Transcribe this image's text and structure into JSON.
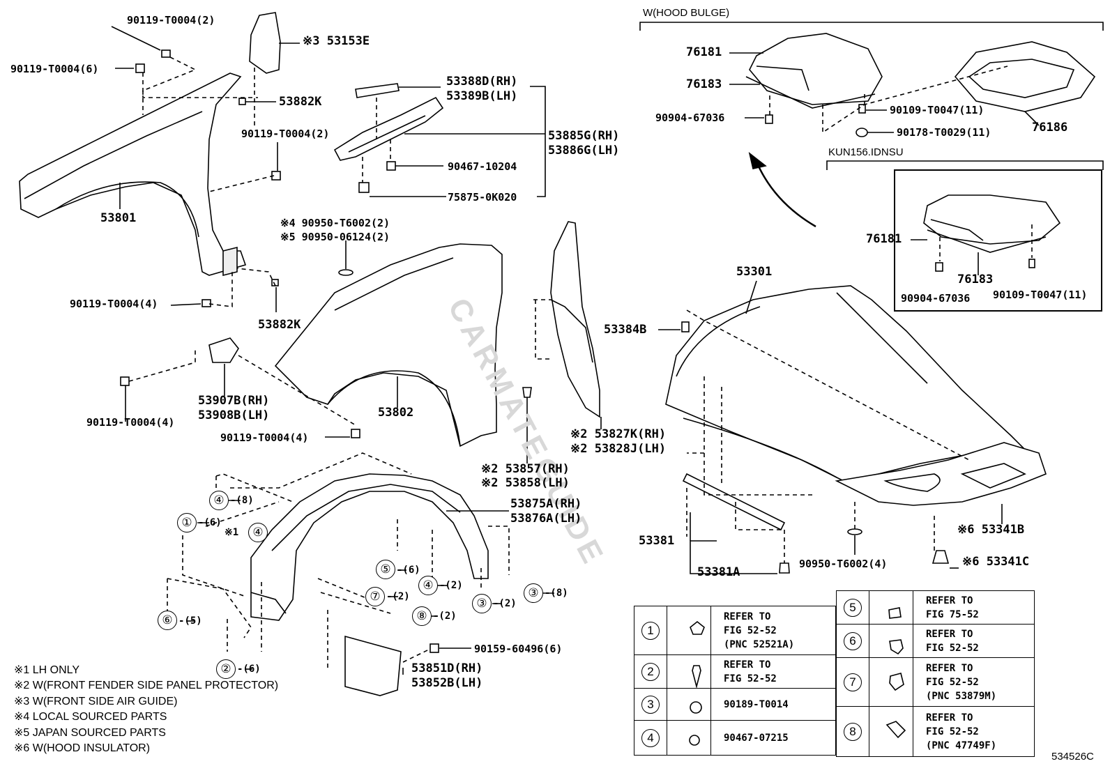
{
  "headers": {
    "hood_bulge": "W(HOOD BULGE)",
    "variant": "KUN156.IDNSU"
  },
  "watermark": "CARMATEGUIDE",
  "labels": {
    "p90119_top_a": "90119-T0004(2)",
    "p90119_top_b": "90119-T0004(6)",
    "p53153e": "※3 53153E",
    "p53882k_a": "53882K",
    "p90119_mid": "90119-T0004(2)",
    "p53801": "53801",
    "p90119_left": "90119-T0004(4)",
    "p53882k_b": "53882K",
    "p53388d": "53388D(RH)",
    "p53389b": "53389B(LH)",
    "p53885g": "53885G(RH)",
    "p53886g": "53886G(LH)",
    "p90467": "90467-10204",
    "p75875": "75875-0K020",
    "p90950_a": "※4 90950-T6002(2)",
    "p90950_b": "※5 90950-06124(2)",
    "p53907b": "53907B(RH)",
    "p53908b": "53908B(LH)",
    "p90119_bl": "90119-T0004(4)",
    "p90119_bc": "90119-T0004(4)",
    "p53802": "53802",
    "p53827k": "※2 53827K(RH)",
    "p53828j": "※2 53828J(LH)",
    "p53857": "※2 53857(RH)",
    "p53858": "※2 53858(LH)",
    "p53875a": "53875A(RH)",
    "p53876a": "53876A(LH)",
    "p90159": "90159-60496(6)",
    "p53851d": "53851D(RH)",
    "p53852b": "53852B(LH)",
    "p76181_a": "76181",
    "p76183_a": "76183",
    "p90904_a": "90904-67036",
    "p90109_a": "90109-T0047(11)",
    "p90178": "90178-T0029(11)",
    "p76186": "76186",
    "p76181_b": "76181",
    "p76183_b": "76183",
    "p90904_b": "90904-67036",
    "p90109_b": "90109-T0047(11)",
    "p53301": "53301",
    "p53384b": "53384B",
    "p53381": "53381",
    "p53381a": "53381A",
    "p90950_c": "90950-T6002(4)",
    "p53341b": "※6 53341B",
    "p53341c": "※6 53341C"
  },
  "callouts": [
    {
      "num": "④",
      "qty": "-(8)"
    },
    {
      "num": "①",
      "qty": "-(6)"
    },
    {
      "num": "④",
      "qty": "※1"
    },
    {
      "num": "⑥",
      "qty": "-(5)"
    },
    {
      "num": "②",
      "qty": "-(6)"
    },
    {
      "num": "⑤",
      "qty": "-(6)"
    },
    {
      "num": "④",
      "qty": "-(2)"
    },
    {
      "num": "⑦",
      "qty": "-(2)"
    },
    {
      "num": "⑧",
      "qty": "-(2)"
    },
    {
      "num": "③",
      "qty": "-(2)"
    },
    {
      "num": "③",
      "qty": "-(8)"
    }
  ],
  "notes": [
    "※1 LH ONLY",
    "※2 W(FRONT FENDER SIDE PANEL PROTECTOR)",
    "※3 W(FRONT SIDE AIR GUIDE)",
    "※4 LOCAL SOURCED PARTS",
    "※5 JAPAN SOURCED PARTS",
    "※6 W(HOOD INSULATOR)"
  ],
  "legend_left": [
    {
      "num": "1",
      "text": "REFER TO\nFIG 52-52\n(PNC 52521A)"
    },
    {
      "num": "2",
      "text": "REFER TO\nFIG 52-52"
    },
    {
      "num": "3",
      "text": "90189-T0014"
    },
    {
      "num": "4",
      "text": "90467-07215"
    }
  ],
  "legend_right": [
    {
      "num": "5",
      "text": "REFER TO\nFIG 75-52"
    },
    {
      "num": "6",
      "text": "REFER TO\nFIG 52-52"
    },
    {
      "num": "7",
      "text": "REFER TO\nFIG 52-52\n(PNC 53879M)"
    },
    {
      "num": "8",
      "text": "REFER TO\nFIG 52-52\n(PNC 47749F)"
    }
  ],
  "figure_id": "534526C"
}
